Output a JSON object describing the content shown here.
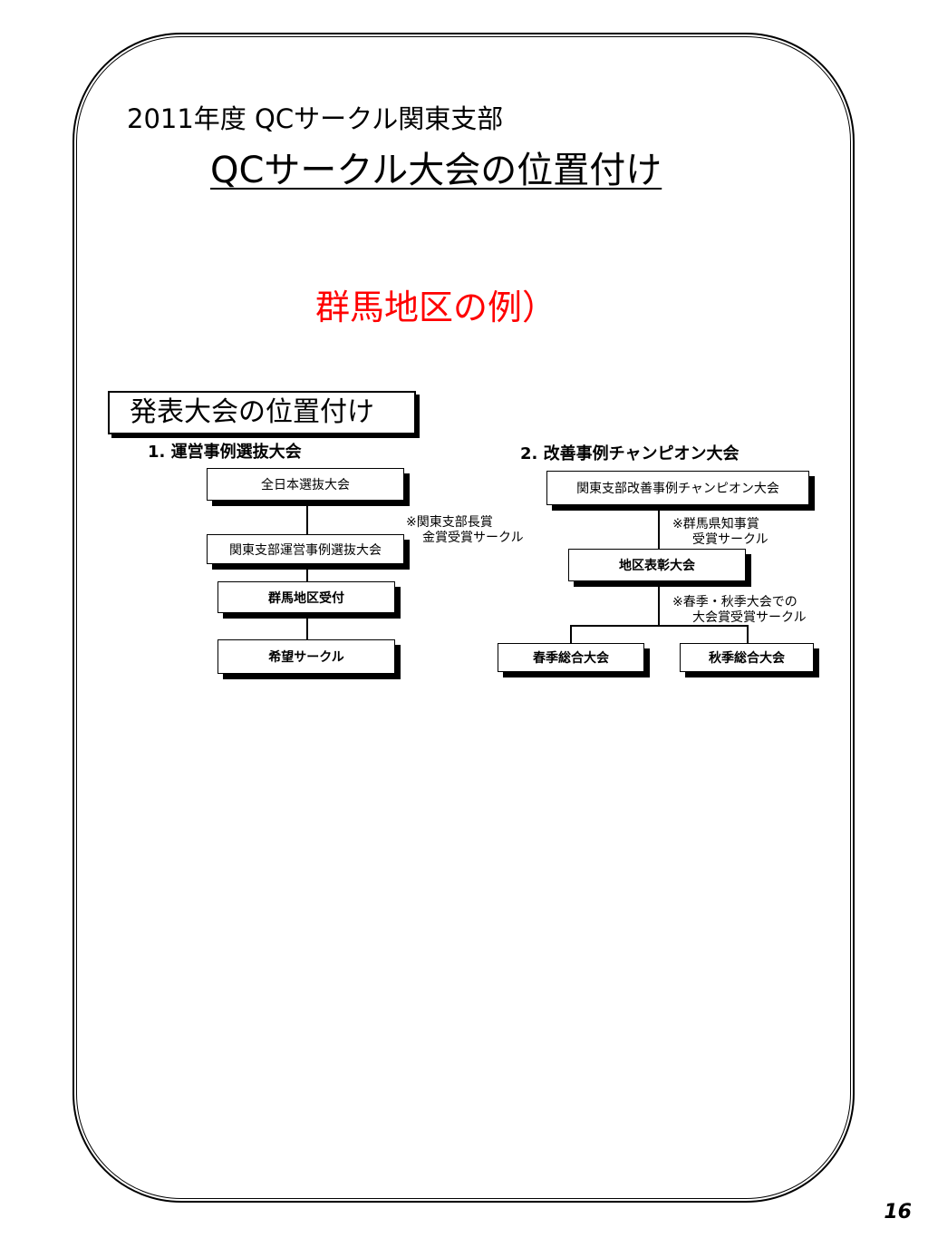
{
  "slide": {
    "subtitle": "2011年度 QCサークル関東支部",
    "title": "QCサークル大会の位置付け",
    "example_label": "群馬地区の例）",
    "page_number": "16"
  },
  "diagram": {
    "headline": "発表大会の位置付け",
    "left": {
      "heading": "1. 運営事例選抜大会",
      "nodes": [
        "全日本選抜大会",
        "関東支部運営事例選抜大会",
        "群馬地区受付",
        "希望サークル"
      ],
      "note_line1": "※関東支部長賞",
      "note_line2": "金賞受賞サークル"
    },
    "right": {
      "heading": "2. 改善事例チャンピオン大会",
      "top_node": "関東支部改善事例チャンピオン大会",
      "mid_node": "地区表彰大会",
      "bottom_left": "春季総合大会",
      "bottom_right": "秋季総合大会",
      "note1_line1": "※群馬県知事賞",
      "note1_line2": "受賞サークル",
      "note2_line1": "※春季・秋季大会での",
      "note2_line2": "大会賞受賞サークル"
    }
  }
}
